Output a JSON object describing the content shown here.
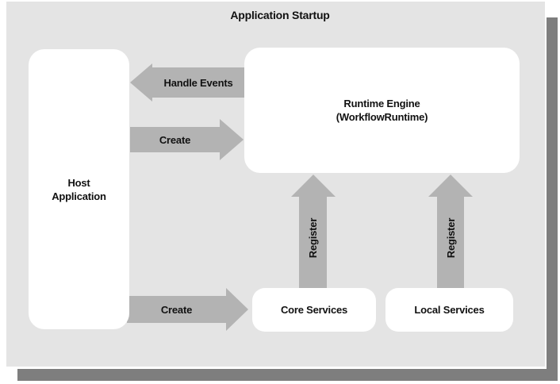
{
  "title": "Application Startup",
  "nodes": {
    "host": {
      "line1": "Host",
      "line2": "Application"
    },
    "runtime": {
      "line1": "Runtime Engine",
      "line2": "(WorkflowRuntime)"
    },
    "core": {
      "label": "Core Services"
    },
    "local": {
      "label": "Local Services"
    }
  },
  "arrows": {
    "handle_events": {
      "label": "Handle Events",
      "direction": "left"
    },
    "create_top": {
      "label": "Create",
      "direction": "right"
    },
    "create_bottom": {
      "label": "Create",
      "direction": "right"
    },
    "register_core": {
      "label": "Register",
      "direction": "up"
    },
    "register_local": {
      "label": "Register",
      "direction": "up"
    }
  },
  "colors": {
    "panel": "#e4e4e4",
    "arrow": "#b3b3b3",
    "shadow": "#7e7e7e",
    "box": "#ffffff",
    "text": "#111111"
  }
}
